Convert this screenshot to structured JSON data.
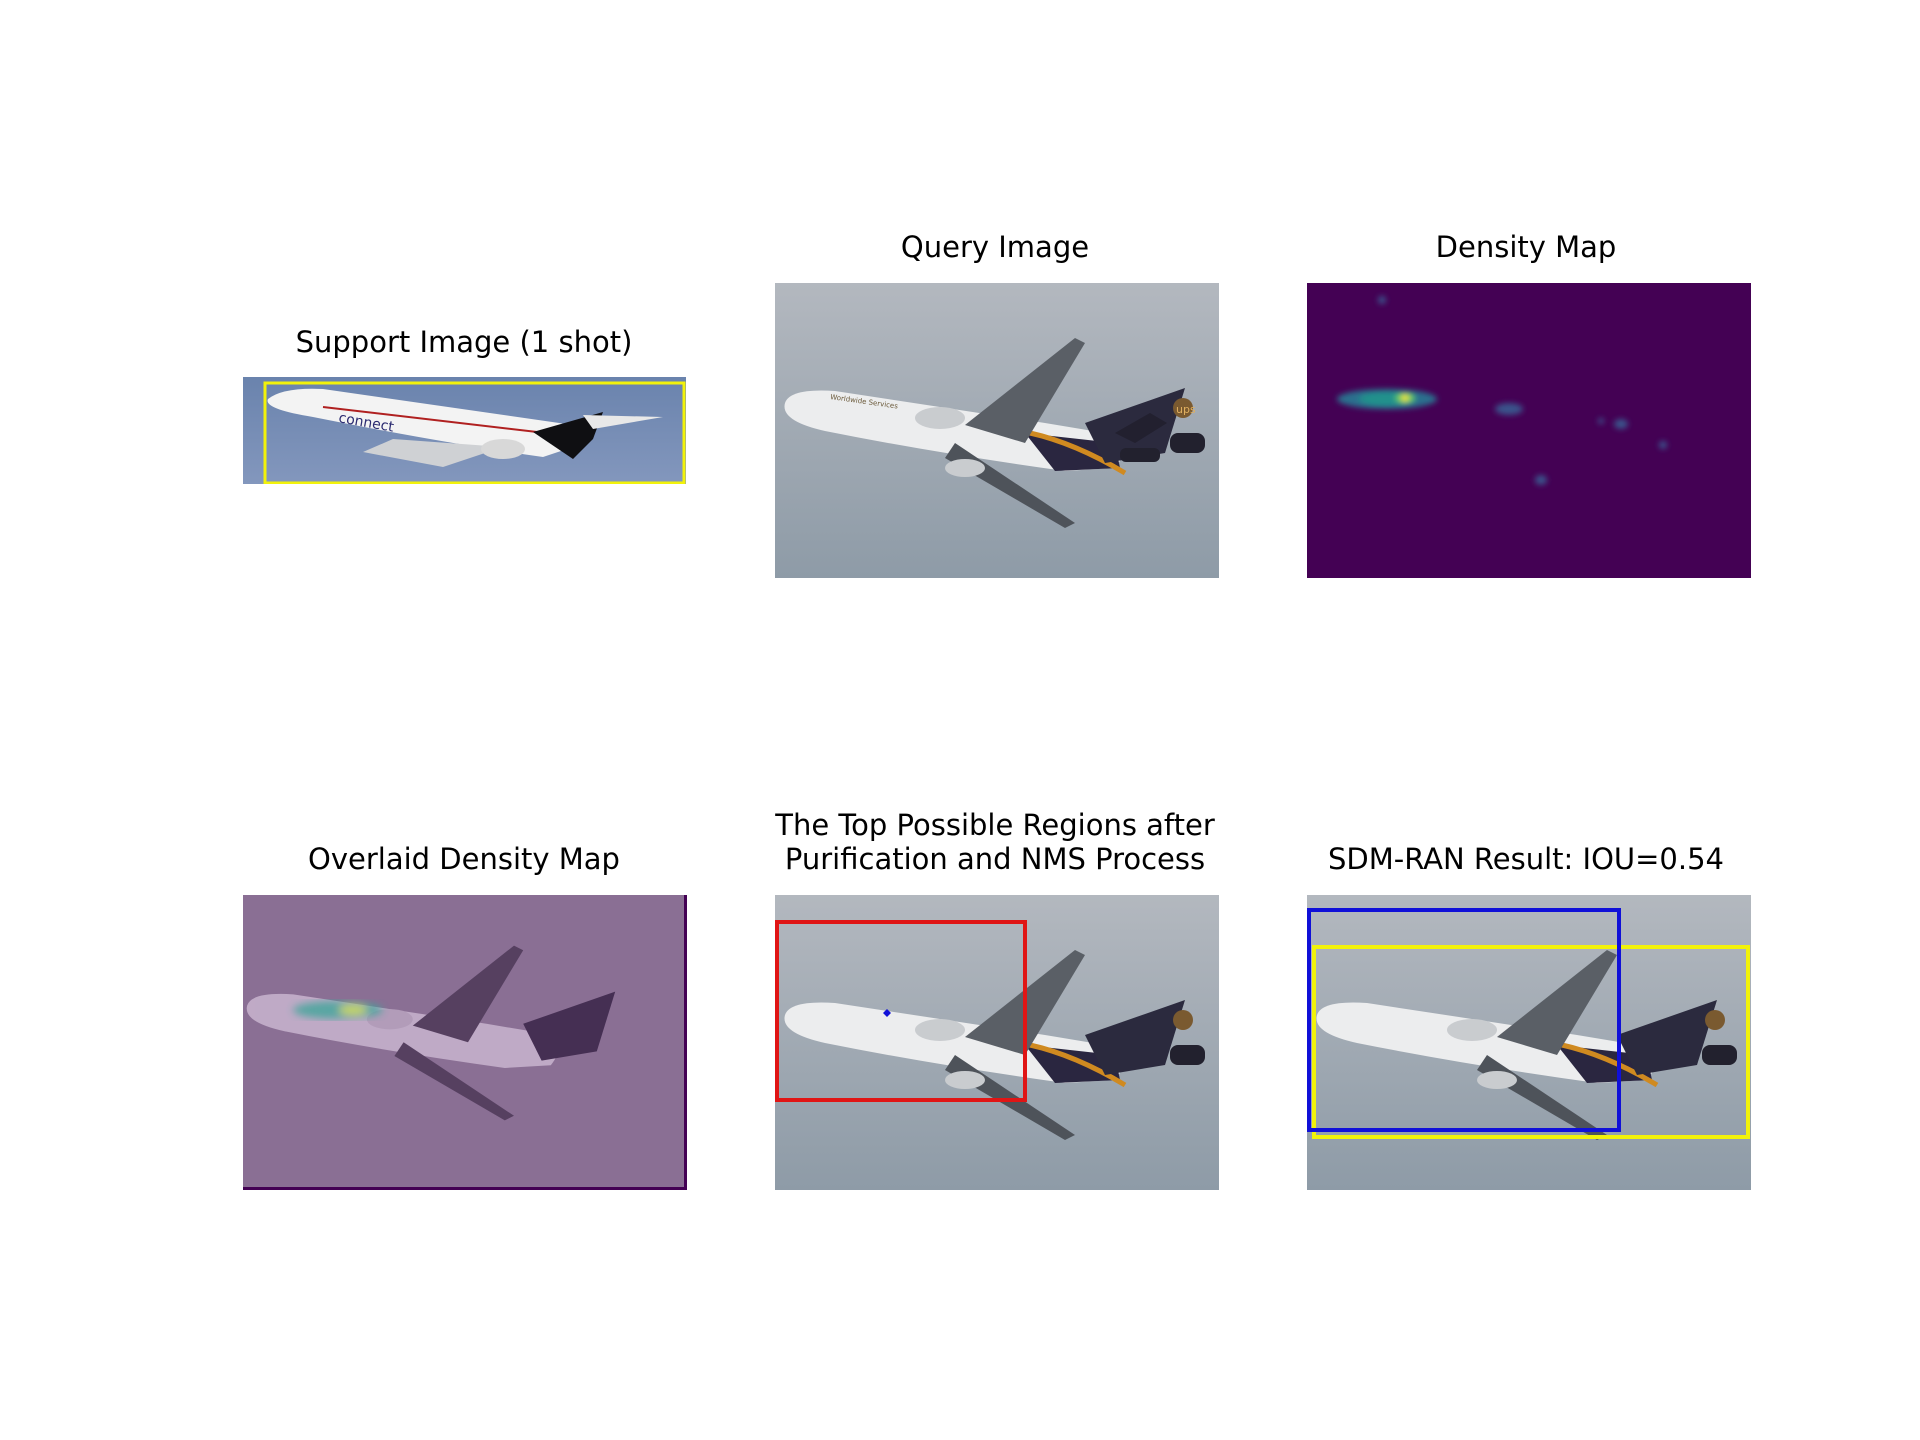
{
  "panels": {
    "support": {
      "title": "Support Image (1 shot)"
    },
    "query": {
      "title": "Query Image"
    },
    "density": {
      "title": "Density Map"
    },
    "overlaid": {
      "title": "Overlaid Density Map"
    },
    "regions": {
      "title_line1": "The Top Possible Regions after",
      "title_line2": "Purification and NMS Process"
    },
    "result": {
      "title": "SDM-RAN Result: IOU=0.54",
      "iou": 0.54
    }
  },
  "aircraft": {
    "support_plane": {
      "fuselage_text": "connect"
    },
    "query_plane": {
      "fuselage_text": "Worldwide Services",
      "tail_logo": "ups"
    }
  },
  "colors": {
    "support_box": "#f2f20a",
    "top_region_box": "#e01515",
    "prediction_box": "#1010d8",
    "ground_truth_box": "#f2f20a",
    "density_background": "#440154",
    "sky_query": "#9aa6b0",
    "sky_support": "#6e86ae"
  }
}
